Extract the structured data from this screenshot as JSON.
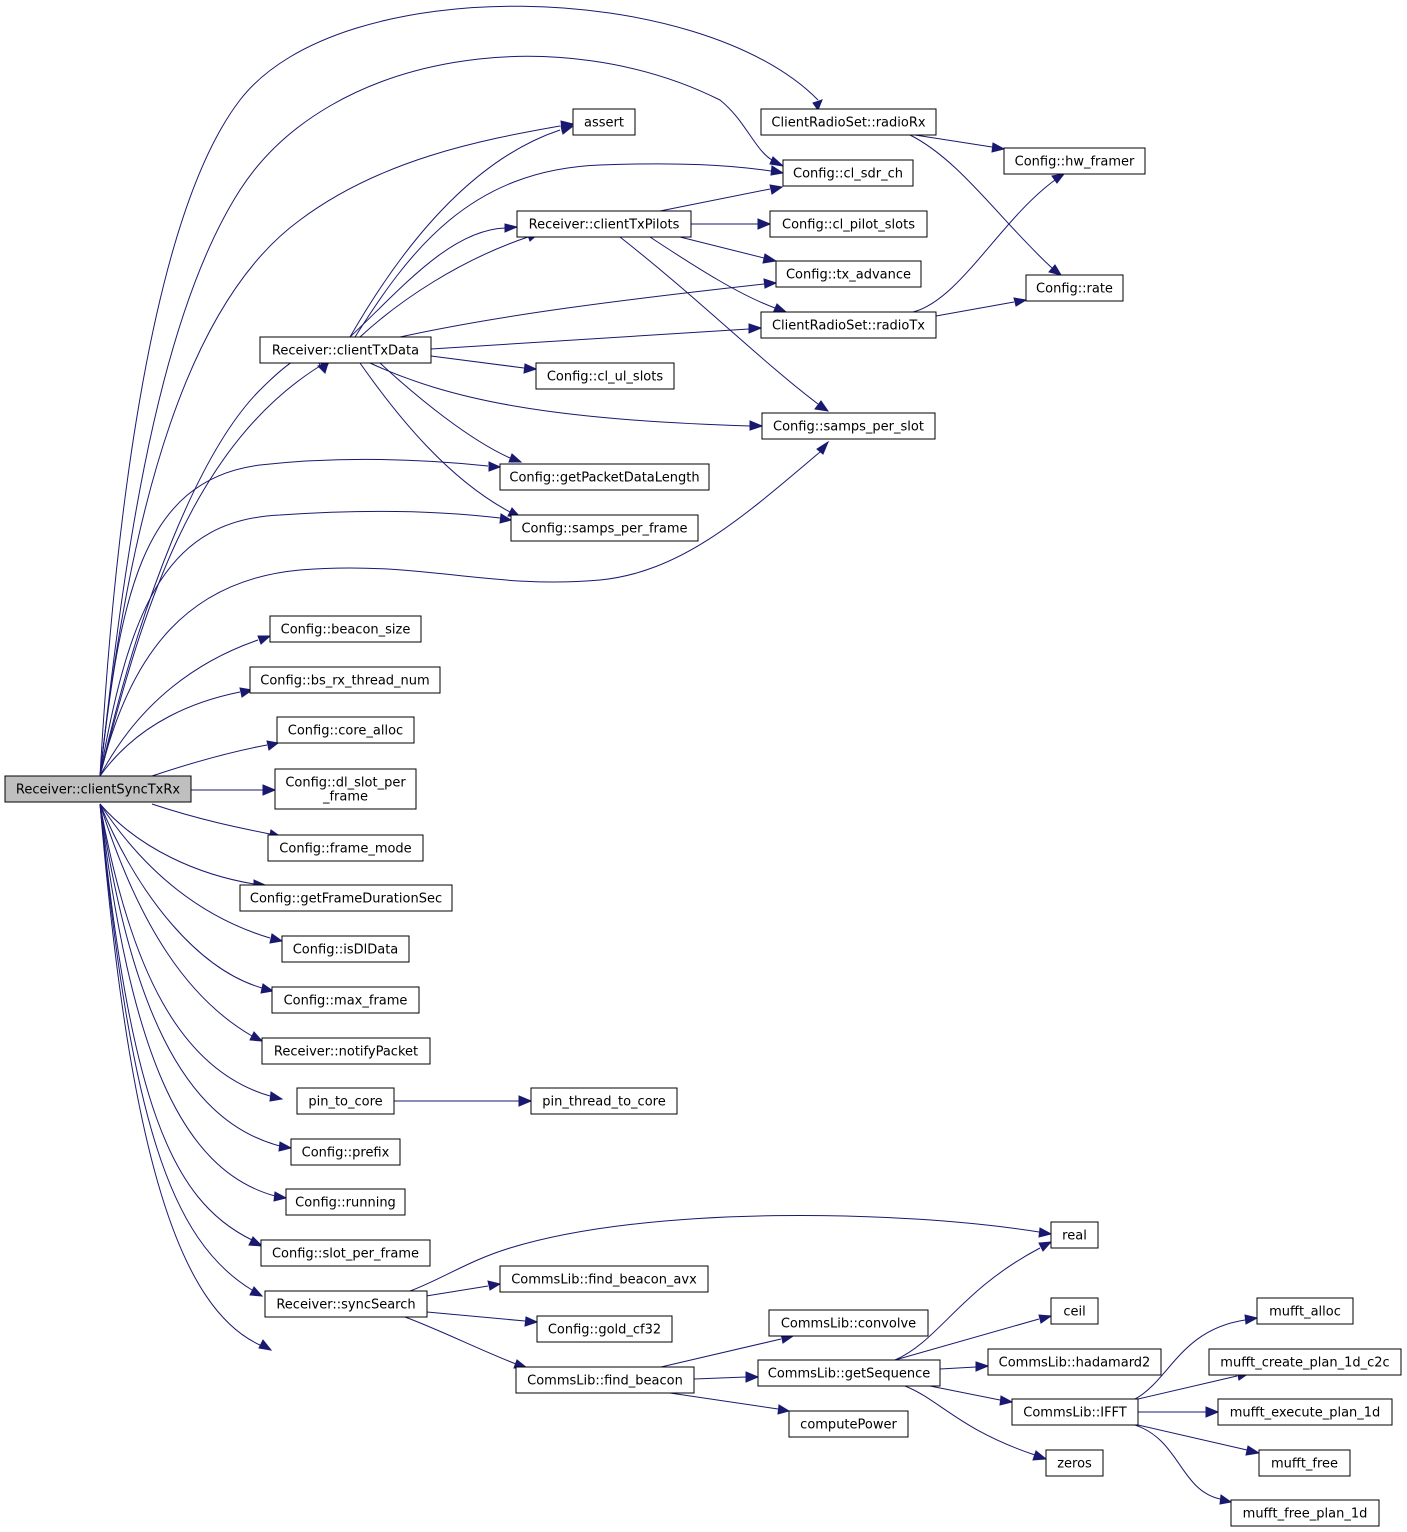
{
  "nodes": {
    "clientSyncTxRx": [
      "Receiver::clientSyncTxRx"
    ],
    "radioRx": [
      "ClientRadioSet::radioRx"
    ],
    "assert": [
      "assert"
    ],
    "cl_sdr_ch": [
      "Config::cl_sdr_ch"
    ],
    "hw_framer": [
      "Config::hw_framer"
    ],
    "clientTxPilots": [
      "Receiver::clientTxPilots"
    ],
    "cl_pilot_slots": [
      "Config::cl_pilot_slots"
    ],
    "tx_advance": [
      "Config::tx_advance"
    ],
    "rate": [
      "Config::rate"
    ],
    "radioTx": [
      "ClientRadioSet::radioTx"
    ],
    "clientTxData": [
      "Receiver::clientTxData"
    ],
    "cl_ul_slots": [
      "Config::cl_ul_slots"
    ],
    "samps_per_slot": [
      "Config::samps_per_slot"
    ],
    "getPacketDataLength": [
      "Config::getPacketDataLength"
    ],
    "samps_per_frame": [
      "Config::samps_per_frame"
    ],
    "beacon_size": [
      "Config::beacon_size"
    ],
    "bs_rx_thread_num": [
      "Config::bs_rx_thread_num"
    ],
    "core_alloc": [
      "Config::core_alloc"
    ],
    "dl_slot_per_frame": [
      "Config::dl_slot_per",
      "_frame"
    ],
    "frame_mode": [
      "Config::frame_mode"
    ],
    "getFrameDurationSec": [
      "Config::getFrameDurationSec"
    ],
    "isDlData": [
      "Config::isDlData"
    ],
    "max_frame": [
      "Config::max_frame"
    ],
    "notifyPacket": [
      "Receiver::notifyPacket"
    ],
    "pin_to_core": [
      "pin_to_core"
    ],
    "pin_thread_to_core": [
      "pin_thread_to_core"
    ],
    "prefix": [
      "Config::prefix"
    ],
    "running": [
      "Config::running"
    ],
    "slot_per_frame": [
      "Config::slot_per_frame"
    ],
    "syncSearch": [
      "Receiver::syncSearch"
    ],
    "real": [
      "real"
    ],
    "find_beacon_avx": [
      "CommsLib::find_beacon_avx"
    ],
    "gold_cf32": [
      "Config::gold_cf32"
    ],
    "ceil": [
      "ceil"
    ],
    "convolve": [
      "CommsLib::convolve"
    ],
    "mufft_alloc": [
      "mufft_alloc"
    ],
    "getSequence": [
      "CommsLib::getSequence"
    ],
    "hadamard2": [
      "CommsLib::hadamard2"
    ],
    "mufft_create_plan_1d_c2c": [
      "mufft_create_plan_1d_c2c"
    ],
    "find_beacon": [
      "CommsLib::find_beacon"
    ],
    "IFFT": [
      "CommsLib::IFFT"
    ],
    "mufft_execute_plan_1d": [
      "mufft_execute_plan_1d"
    ],
    "computePower": [
      "computePower"
    ],
    "zeros": [
      "zeros"
    ],
    "mufft_free": [
      "mufft_free"
    ],
    "mufft_free_plan_1d": [
      "mufft_free_plan_1d"
    ]
  },
  "colors": {
    "edge": "#191970",
    "node_border": "#000000",
    "node_fill": "#ffffff",
    "root_fill": "#bfbfbf"
  }
}
